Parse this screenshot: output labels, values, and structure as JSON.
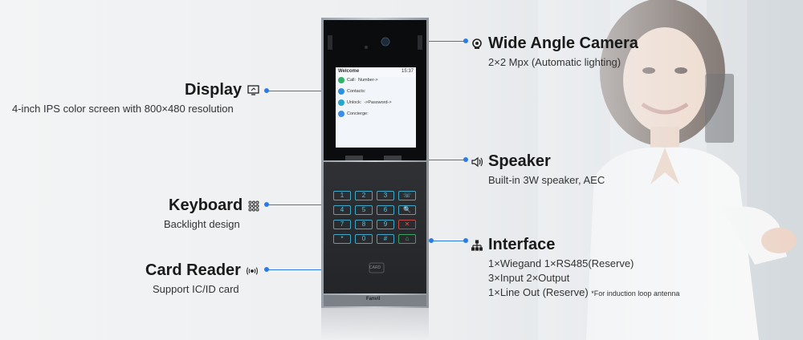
{
  "features": {
    "camera": {
      "title": "Wide Angle Camera",
      "sub": "2×2 Mpx (Automatic lighting)",
      "icon": "camera-icon"
    },
    "display": {
      "title": "Display",
      "sub": "4-inch IPS color screen with 800×480 resolution",
      "icon": "monitor-icon"
    },
    "speaker": {
      "title": "Speaker",
      "sub": "Built-in 3W speaker, AEC",
      "icon": "speaker-icon"
    },
    "keyboard": {
      "title": "Keyboard",
      "sub": "Backlight design",
      "icon": "keypad-icon"
    },
    "interface": {
      "title": "Interface",
      "lines": [
        "1×Wiegand  1×RS485(Reserve)",
        "3×Input  2×Output",
        "1×Line Out (Reserve)"
      ],
      "note": "*For induction loop antenna",
      "icon": "network-icon"
    },
    "card": {
      "title": "Card Reader",
      "sub": "Support IC/ID card",
      "icon": "rfid-icon"
    }
  },
  "screen": {
    "welcome": "Welcome",
    "time": "15:37",
    "rows": [
      {
        "label": "Call:",
        "value": "Number->"
      },
      {
        "label": "Contacts:",
        "value": ""
      },
      {
        "label": "Unlock:",
        "value": "->Password->"
      },
      {
        "label": "Concierge:",
        "value": ""
      }
    ]
  },
  "keypad": [
    "1",
    "2",
    "3",
    "☏",
    "4",
    "5",
    "6",
    "🔍",
    "7",
    "8",
    "9",
    "✕",
    "*",
    "0",
    "#",
    "⌂"
  ],
  "device": {
    "card_label": "CARD",
    "brand": "Fanvil"
  },
  "colors": {
    "accent": "#2c7be5",
    "device_body": "#2b2d30",
    "key_glow": "#3fa7c8"
  }
}
